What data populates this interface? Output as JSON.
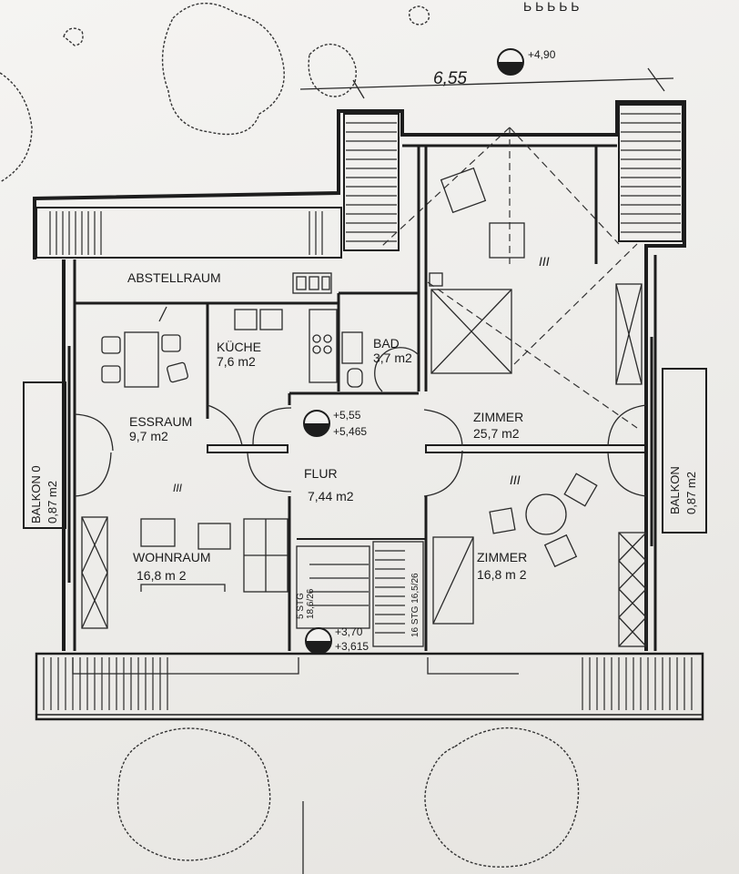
{
  "plan": {
    "dimension_top": "6,55",
    "level_marker_top": "+4,90",
    "rooms": {
      "abstellraum": {
        "name": "ABSTELLRAUM"
      },
      "kueche": {
        "name": "KÜCHE",
        "area": "7,6 m2"
      },
      "bad": {
        "name": "BAD",
        "area": "3,7 m2"
      },
      "essraum": {
        "name": "ESSRAUM",
        "area": "9,7 m2"
      },
      "flur": {
        "name": "FLUR",
        "area": "7,44 m2"
      },
      "wohnraum": {
        "name": "WOHNRAUM",
        "area": "16,8 m 2"
      },
      "zimmer_large": {
        "name": "ZIMMER",
        "area": "25,7 m2"
      },
      "zimmer_small": {
        "name": "ZIMMER",
        "area": "16,8 m 2"
      }
    },
    "balconies": {
      "left": {
        "label": "BALKON 0",
        "area": "0,87 m2"
      },
      "right": {
        "label": "BALKON",
        "area": "0,87 m2"
      }
    },
    "levels": {
      "flur_upper": "+5,55",
      "flur_lower": "+5,465",
      "stair_upper": "+3,70",
      "stair_lower": "+3,615"
    },
    "stairs": {
      "left_label": "5 STG",
      "left_ratio": "18,6/26",
      "right_label": "16 STG 16,5/26"
    },
    "room_marks": {
      "zimmer_large": "III",
      "zimmer_small": "III",
      "wohnraum": "III"
    }
  },
  "colors": {
    "paper": "#f2f1ef",
    "ink": "#1d1d1d"
  }
}
